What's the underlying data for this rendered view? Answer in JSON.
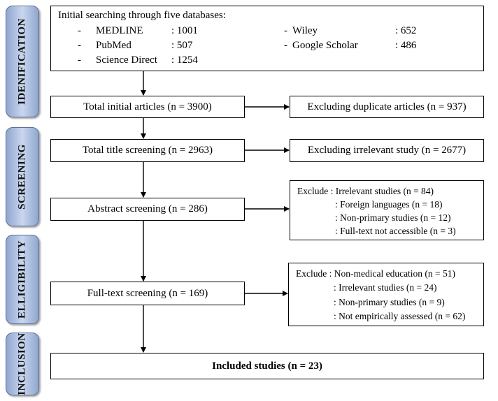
{
  "phases": {
    "identification": "IDENIFICATION",
    "screening": "SCREENING",
    "elligibility": "ELLIGIBILITY",
    "inclusion": "INCLUSION"
  },
  "databases": {
    "title": "Initial searching through five databases:",
    "items": [
      {
        "dash": "-",
        "name": "MEDLINE",
        "count": ": 1001"
      },
      {
        "dash": "-",
        "name": "PubMed",
        "count": ": 507"
      },
      {
        "dash": "-",
        "name": "Science Direct",
        "count": ": 1254"
      },
      {
        "dash": "-",
        "name": "Wiley",
        "count": ": 652"
      },
      {
        "dash": "-",
        "name": "Google Scholar",
        "count": ": 486"
      }
    ]
  },
  "flow": {
    "total_initial": "Total initial articles (n = 3900)",
    "title_screening": "Total title screening (n = 2963)",
    "abstract_screening": "Abstract screening (n = 286)",
    "fulltext_screening": "Full-text screening (n = 169)",
    "included": "Included studies (n = 23)"
  },
  "exclusions": {
    "duplicates": "Excluding duplicate articles (n = 937)",
    "irrelevant": "Excluding irrelevant study (n = 2677)",
    "abstract": {
      "head": "Exclude : Irrelevant studies (n = 84)",
      "items": [
        ": Foreign languages (n = 18)",
        ": Non-primary studies (n = 12)",
        ": Full-text not accessible (n = 3)"
      ]
    },
    "fulltext": {
      "head": "Exclude : Non-medical education (n = 51)",
      "items": [
        ": Irrelevant studies (n = 24)",
        ": Non-primary studies (n = 9)",
        ": Not empirically assessed (n = 62)"
      ]
    }
  }
}
